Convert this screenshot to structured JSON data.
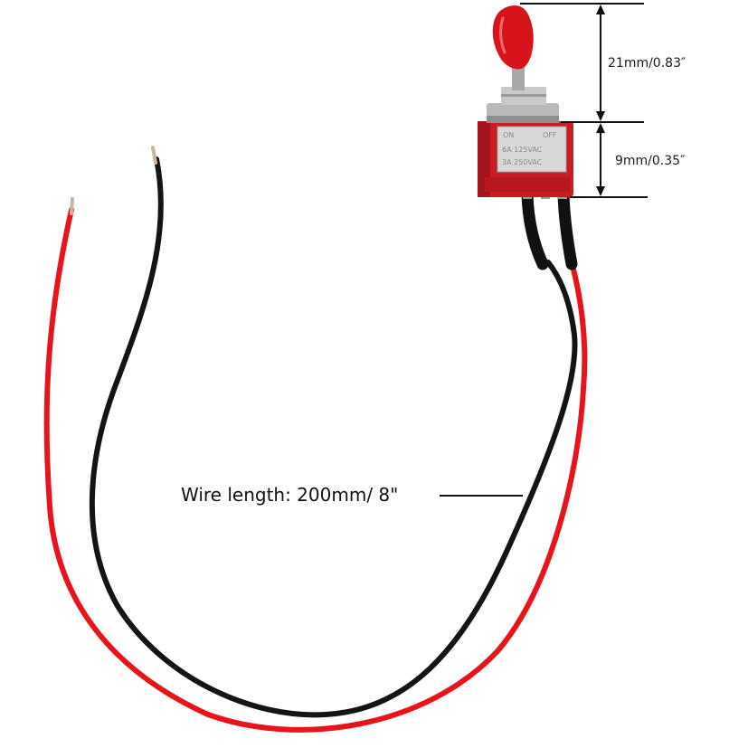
{
  "dimensions": {
    "toggle_height": "21mm/0.83″",
    "body_height": "9mm/0.35″"
  },
  "wire_length_label": "Wire length: 200mm/ 8\"",
  "switch_markings": {
    "left_position": "ON",
    "right_position": "OFF",
    "rating_line_1": "6A  125VAC",
    "rating_line_2": "3A  250VAC"
  },
  "colors": {
    "red_wire": "#e8141c",
    "black_wire": "#141414",
    "switch_body": "#c81d25",
    "toggle_cap": "#d7141c",
    "metal": "#b9b9b9",
    "dimension_line": "#111111"
  },
  "items": {
    "wires": [
      "red-wire",
      "black-wire"
    ],
    "components": [
      "toggle-switch",
      "heat-shrink-sleeves",
      "stripped-wire-tips"
    ]
  }
}
